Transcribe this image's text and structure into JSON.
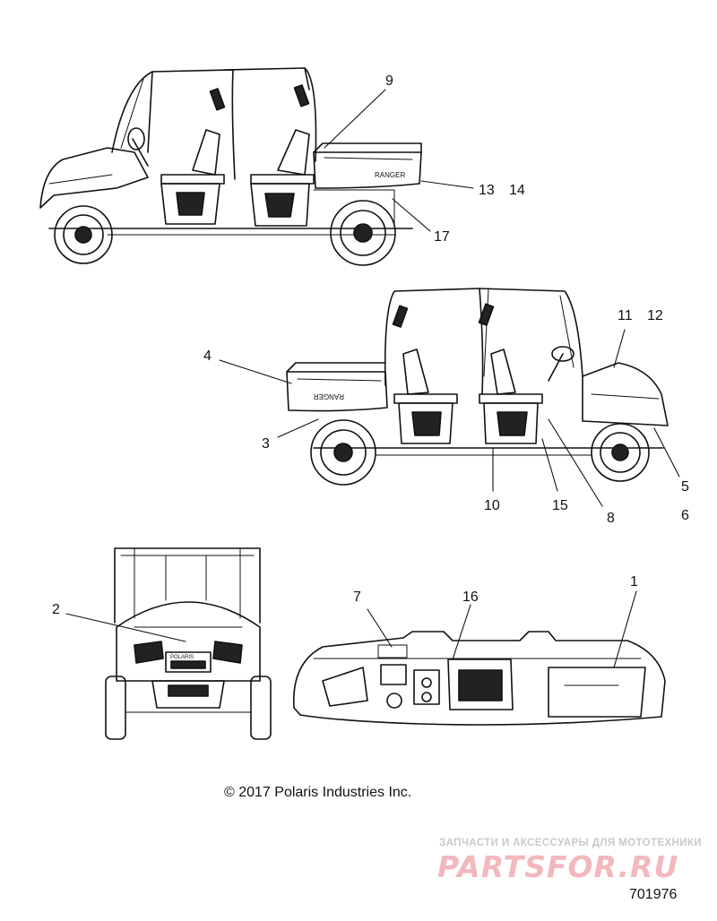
{
  "diagram": {
    "callouts": [
      {
        "id": "c9",
        "label": "9"
      },
      {
        "id": "c13",
        "label": "13"
      },
      {
        "id": "c14",
        "label": "14"
      },
      {
        "id": "c17",
        "label": "17"
      },
      {
        "id": "c11",
        "label": "11"
      },
      {
        "id": "c12",
        "label": "12"
      },
      {
        "id": "c4",
        "label": "4"
      },
      {
        "id": "c3",
        "label": "3"
      },
      {
        "id": "c5",
        "label": "5"
      },
      {
        "id": "c6",
        "label": "6"
      },
      {
        "id": "c10",
        "label": "10"
      },
      {
        "id": "c15",
        "label": "15"
      },
      {
        "id": "c8",
        "label": "8"
      },
      {
        "id": "c2",
        "label": "2"
      },
      {
        "id": "c7",
        "label": "7"
      },
      {
        "id": "c16",
        "label": "16"
      },
      {
        "id": "c1",
        "label": "1"
      }
    ],
    "decal_text": {
      "ranger_1": "RANGER",
      "ranger_2": "RANGER",
      "polaris_front": "POLARIS"
    },
    "copyright": "© 2017 Polaris Industries Inc.",
    "figure_id": "701976"
  },
  "watermark": {
    "tagline": "ЗАПЧАСТИ И АКСЕССУАРЫ ДЛЯ МОТОТЕХНИКИ",
    "logo": "PARTSFOR.RU"
  }
}
